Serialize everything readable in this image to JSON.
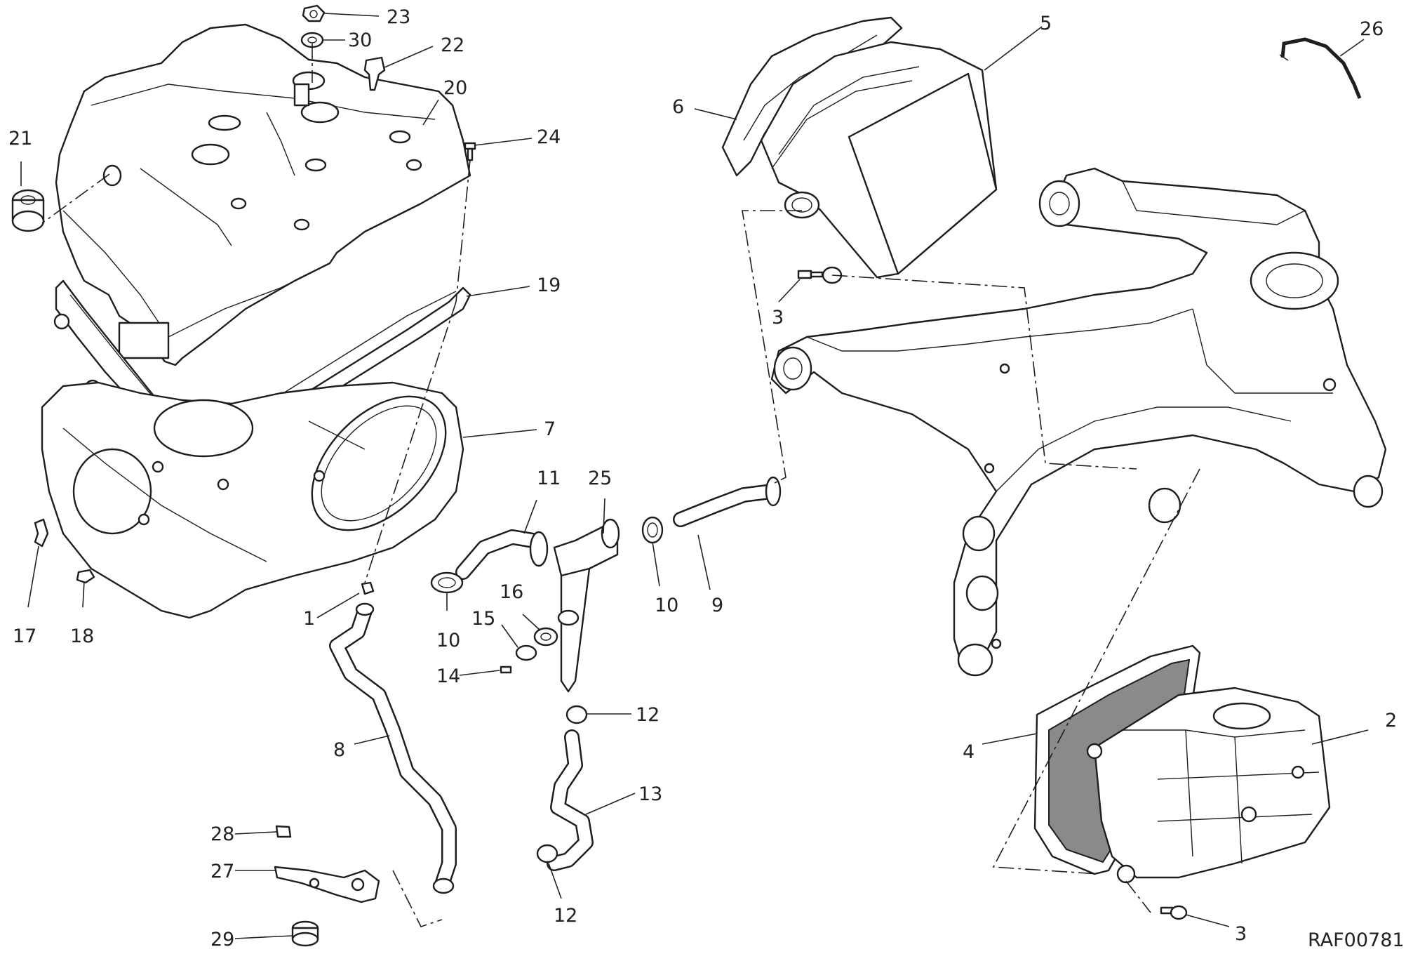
{
  "drawing_code": "RAF00781",
  "callouts": {
    "c1": "1",
    "c2": "2",
    "c3a": "3",
    "c3b": "3",
    "c4": "4",
    "c5": "5",
    "c6": "6",
    "c7": "7",
    "c8": "8",
    "c9": "9",
    "c10a": "10",
    "c10b": "10",
    "c11": "11",
    "c12a": "12",
    "c12b": "12",
    "c13": "13",
    "c14": "14",
    "c15": "15",
    "c16": "16",
    "c17": "17",
    "c18": "18",
    "c19": "19",
    "c20": "20",
    "c21": "21",
    "c22": "22",
    "c23": "23",
    "c24": "24",
    "c25": "25",
    "c26": "26",
    "c27": "27",
    "c28": "28",
    "c29": "29",
    "c30": "30"
  }
}
